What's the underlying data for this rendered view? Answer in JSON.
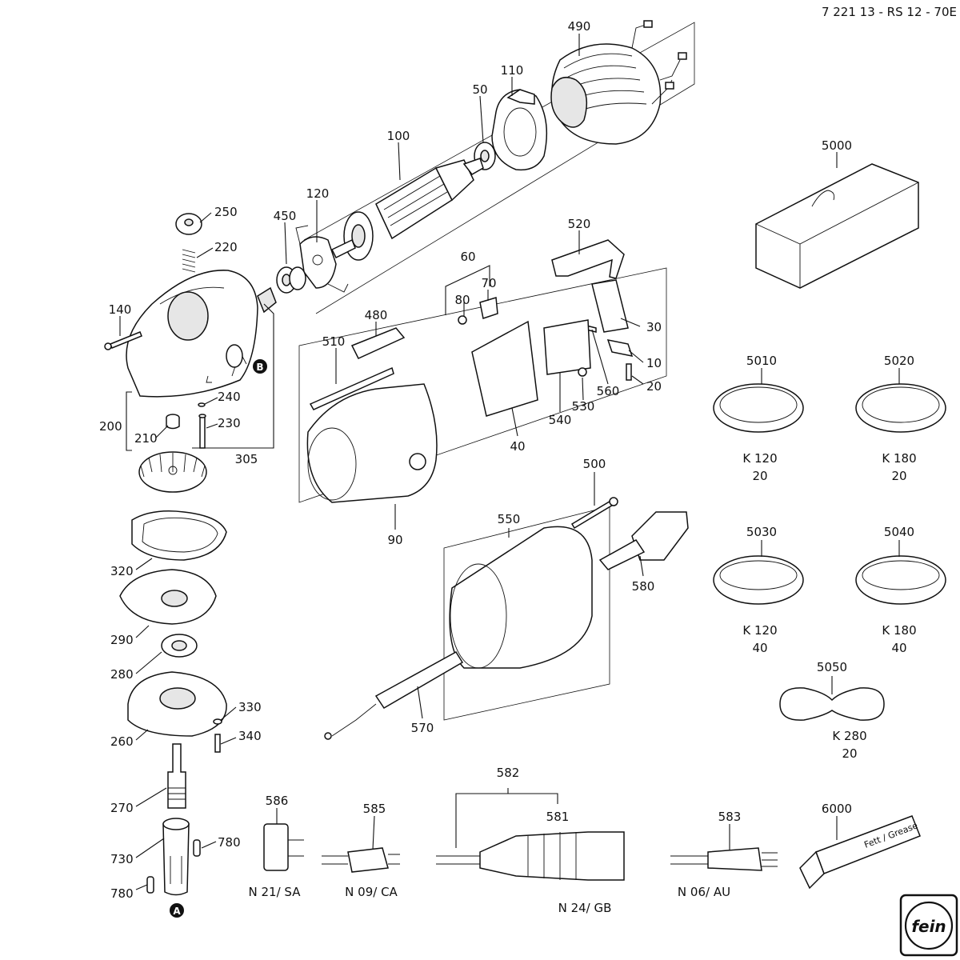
{
  "doc_code": "7 221 13 - RS 12 - 70E",
  "brand": "fein",
  "markers": {
    "a": "A",
    "b": "B"
  },
  "labels": {
    "p490": "490",
    "p110": "110",
    "p50": "50",
    "p100": "100",
    "p5000": "5000",
    "p120": "120",
    "p450": "450",
    "p250": "250",
    "p220": "220",
    "p140": "140",
    "p520": "520",
    "p60": "60",
    "p70": "70",
    "p80": "80",
    "p480": "480",
    "p510": "510",
    "p30": "30",
    "p10": "10",
    "p20": "20",
    "p560": "560",
    "p530": "530",
    "p540": "540",
    "p40": "40",
    "p240": "240",
    "p230": "230",
    "p200": "200",
    "p210": "210",
    "p305": "305",
    "p90": "90",
    "p500": "500",
    "p550": "550",
    "p580": "580",
    "p320": "320",
    "p290": "290",
    "p280": "280",
    "p330": "330",
    "p340": "340",
    "p260": "260",
    "p570": "570",
    "p270": "270",
    "p730": "730",
    "p780a": "780",
    "p780b": "780",
    "p586": "586",
    "p585": "585",
    "p582": "582",
    "p581": "581",
    "p583": "583",
    "p6000": "6000",
    "p5010": "5010",
    "p5020": "5020",
    "p5030": "5030",
    "p5040": "5040",
    "p5050": "5050"
  },
  "belts": {
    "b5010": {
      "grit": "K 120",
      "width": "20"
    },
    "b5020": {
      "grit": "K 180",
      "width": "20"
    },
    "b5030": {
      "grit": "K 120",
      "width": "40"
    },
    "b5040": {
      "grit": "K 180",
      "width": "40"
    },
    "b5050": {
      "grit": "K 280",
      "width": "20"
    }
  },
  "plugs": {
    "p586": "N 21/ SA",
    "p585": "N 09/ CA",
    "p582": "N 24/ GB",
    "p583": "N 06/ AU"
  },
  "grease_tube_text": "Fett / Grease"
}
